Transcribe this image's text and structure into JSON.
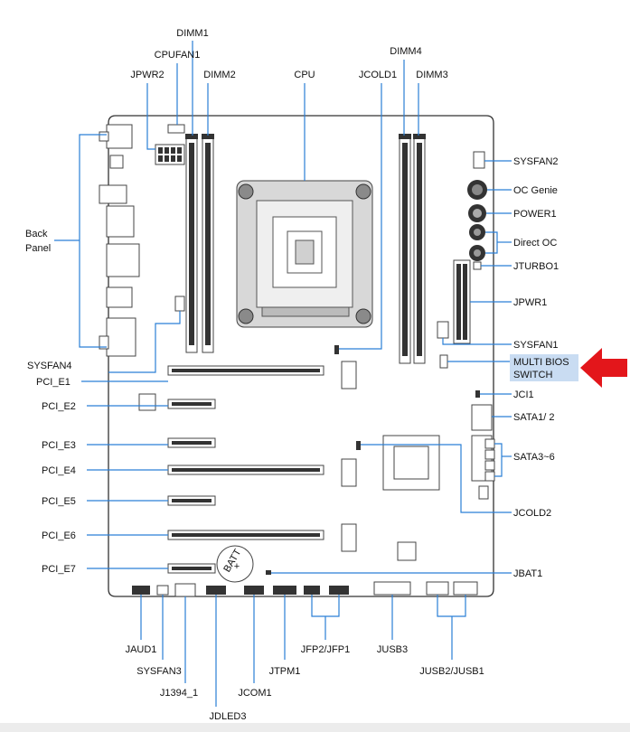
{
  "labels": {
    "dimm1": "DIMM1",
    "cpufan1": "CPUFAN1",
    "jpwr2": "JPWR2",
    "dimm2": "DIMM2",
    "cpu": "CPU",
    "jcold1": "JCOLD1",
    "dimm4": "DIMM4",
    "dimm3": "DIMM3",
    "sysfan2": "SYSFAN2",
    "oc_genie": "OC Genie",
    "power1": "POWER1",
    "direct_oc": "Direct OC",
    "jturbo1": "JTURBO1",
    "jpwr1": "JPWR1",
    "sysfan1": "SYSFAN1",
    "multi_bios_1": "MULTI BIOS",
    "multi_bios_2": "SWITCH",
    "jci1": "JCI1",
    "sata12": "SATA1/ 2",
    "sata36": "SATA3~6",
    "jcold2": "JCOLD2",
    "jbat1": "JBAT1",
    "back": "Back",
    "panel": "Panel",
    "sysfan4": "SYSFAN4",
    "pci_e1": "PCI_E1",
    "pci_e2": "PCI_E2",
    "pci_e3": "PCI_E3",
    "pci_e4": "PCI_E4",
    "pci_e5": "PCI_E5",
    "pci_e6": "PCI_E6",
    "pci_e7": "PCI_E7",
    "jaud1": "JAUD1",
    "sysfan3": "SYSFAN3",
    "j1394": "J1394_1",
    "jdled3": "JDLED3",
    "jcom1": "JCOM1",
    "jtpm1": "JTPM1",
    "jfp": "JFP2/JFP1",
    "jusb3": "JUSB3",
    "jusb21": "JUSB2/JUSB1",
    "batt": "BATT",
    "batt_plus": "+"
  },
  "colors": {
    "leader": "#2a7fd6",
    "arrow": "#e3161b",
    "highlight": "#c9dcf2"
  }
}
